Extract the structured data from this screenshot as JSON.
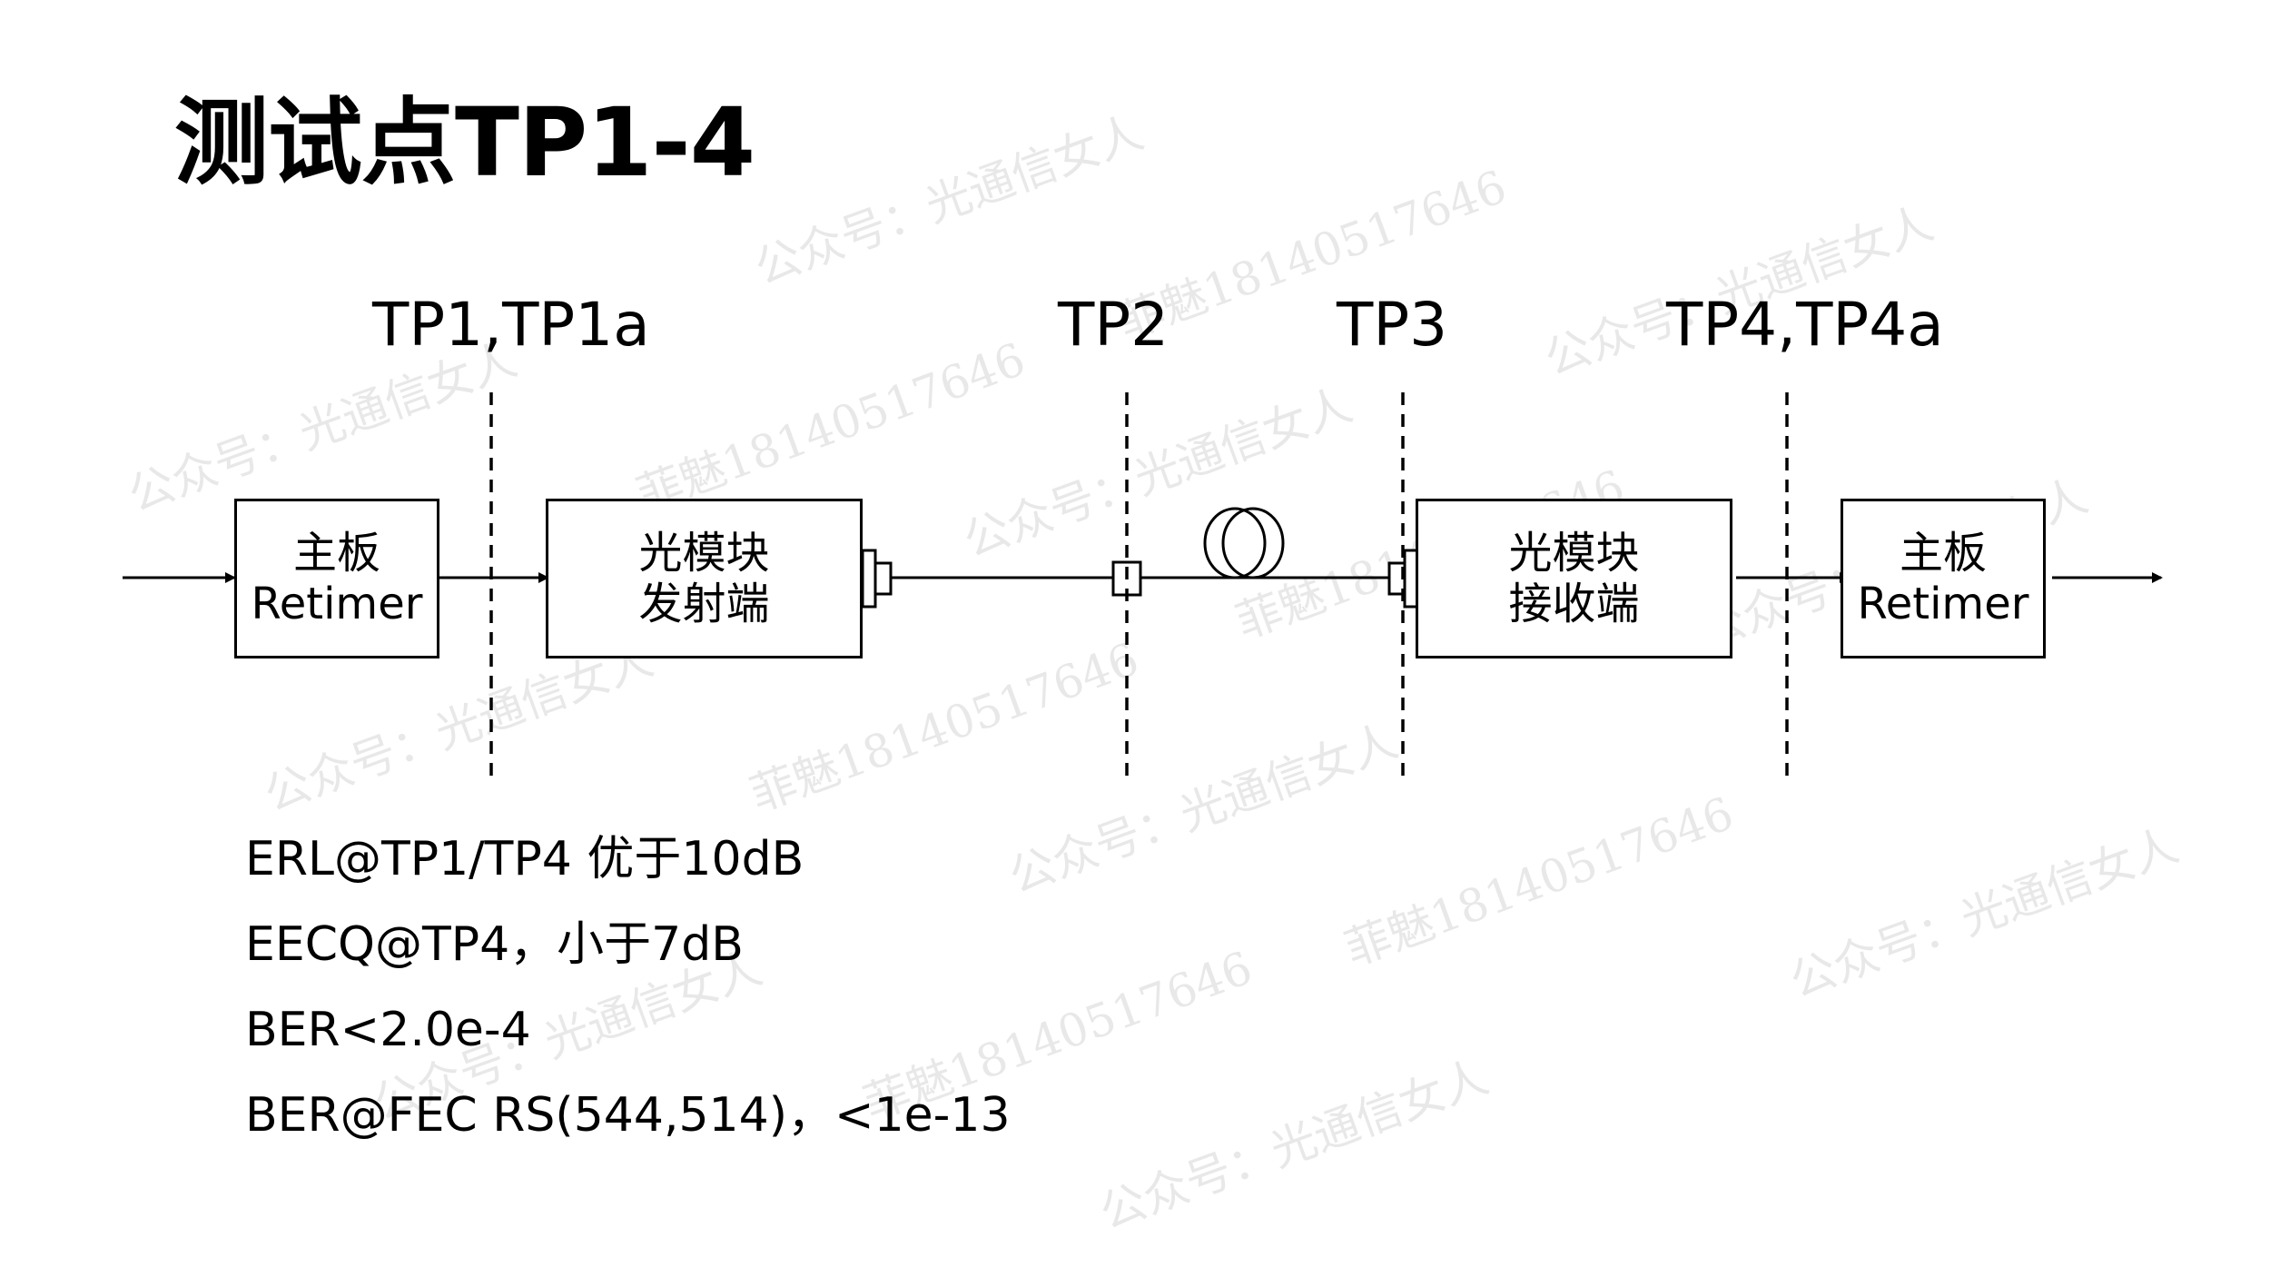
{
  "title": "测试点TP1-4",
  "test_points": {
    "tp1": "TP1,TP1a",
    "tp2": "TP2",
    "tp3": "TP3",
    "tp4": "TP4,TP4a"
  },
  "blocks": {
    "host_tx": {
      "line1": "主板",
      "line2": "Retimer"
    },
    "module_tx": {
      "line1": "光模块",
      "line2": "发射端"
    },
    "module_rx": {
      "line1": "光模块",
      "line2": "接收端"
    },
    "host_rx": {
      "line1": "主板",
      "line2": "Retimer"
    }
  },
  "specs": [
    "ERL@TP1/TP4 优于10dB",
    "EECQ@TP4，小于7dB",
    "BER<2.0e-4",
    "BER@FEC RS(544,514)，<1e-13"
  ],
  "watermarks": {
    "account": "公众号：光通信女人",
    "author": "菲魅18140517646"
  }
}
